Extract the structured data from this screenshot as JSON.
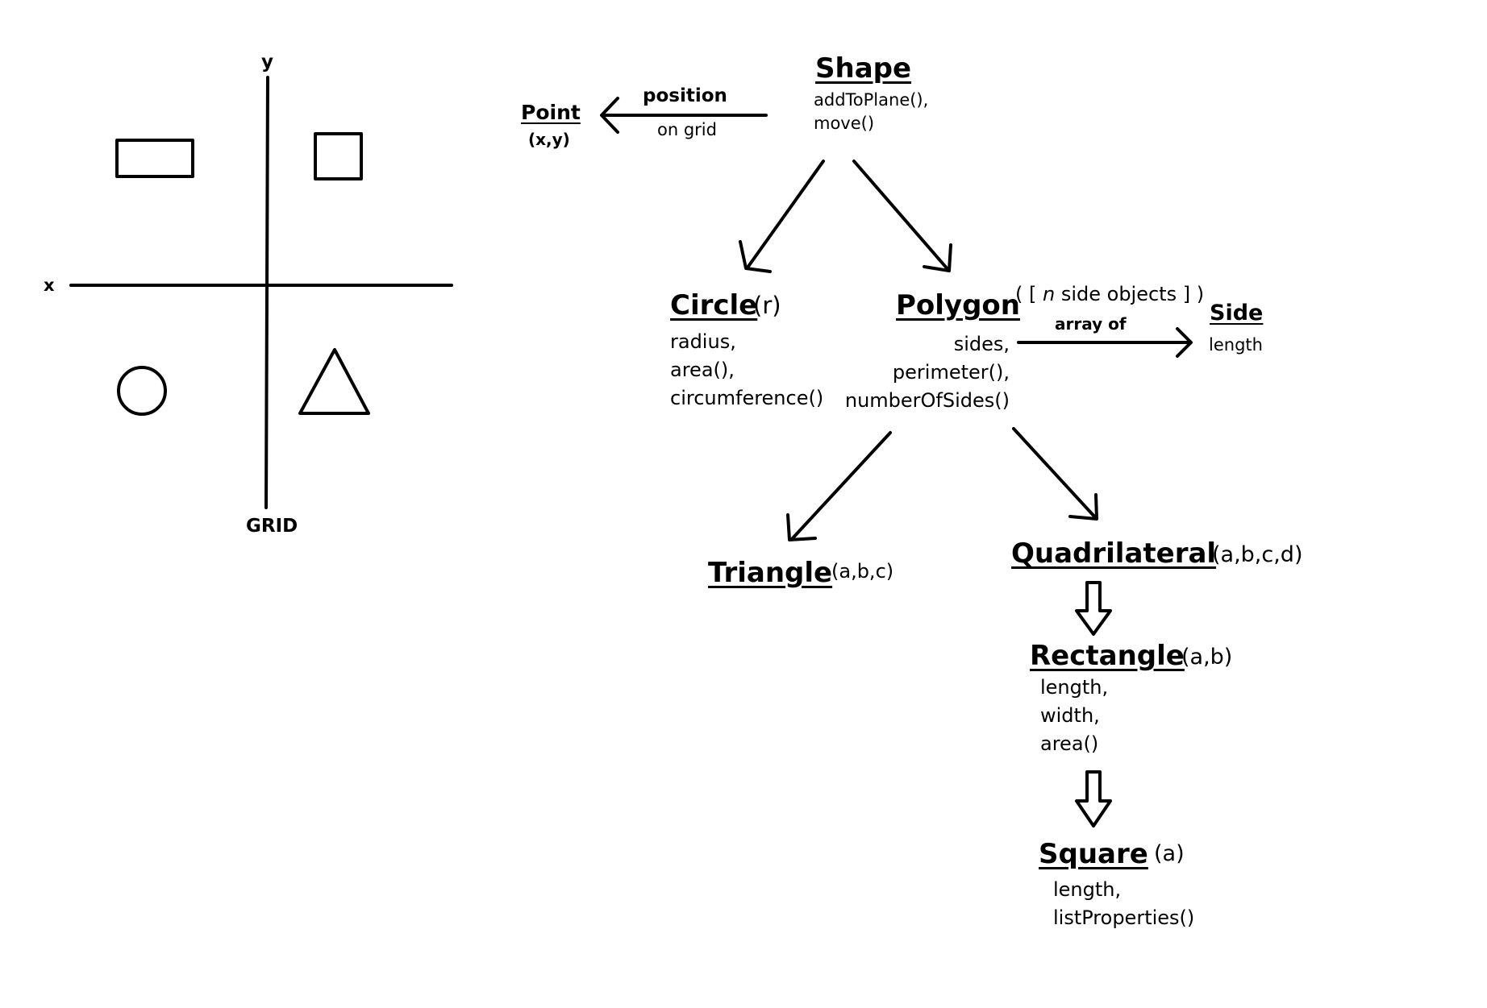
{
  "grid": {
    "y_label": "y",
    "x_label": "x",
    "caption": "GRID"
  },
  "shape": {
    "name": "Shape",
    "members": [
      "addToPlane(),",
      "move()"
    ]
  },
  "point": {
    "name": "Point",
    "params": "(x,y)",
    "relation_top": "position",
    "relation_bottom": "on grid"
  },
  "circle": {
    "name": "Circle",
    "params": "(r)",
    "members": [
      "radius,",
      "area(),",
      "circumference()"
    ]
  },
  "polygon": {
    "name": "Polygon",
    "params_open": "( [ ",
    "params_italic": "n",
    "params_close": " side objects ] )",
    "relation": "array of",
    "members": [
      "sides,",
      "perimeter(),",
      "numberOfSides()"
    ]
  },
  "side": {
    "name": "Side",
    "members": [
      "length"
    ]
  },
  "triangle": {
    "name": "Triangle",
    "params": "(a,b,c)"
  },
  "quadrilateral": {
    "name": "Quadrilateral",
    "params": "(a,b,c,d)"
  },
  "rectangle": {
    "name": "Rectangle",
    "params": "(a,b)",
    "members": [
      "length,",
      "width,",
      "area()"
    ]
  },
  "square": {
    "name": "Square",
    "params": "(a)",
    "members": [
      "length,",
      "listProperties()"
    ]
  }
}
